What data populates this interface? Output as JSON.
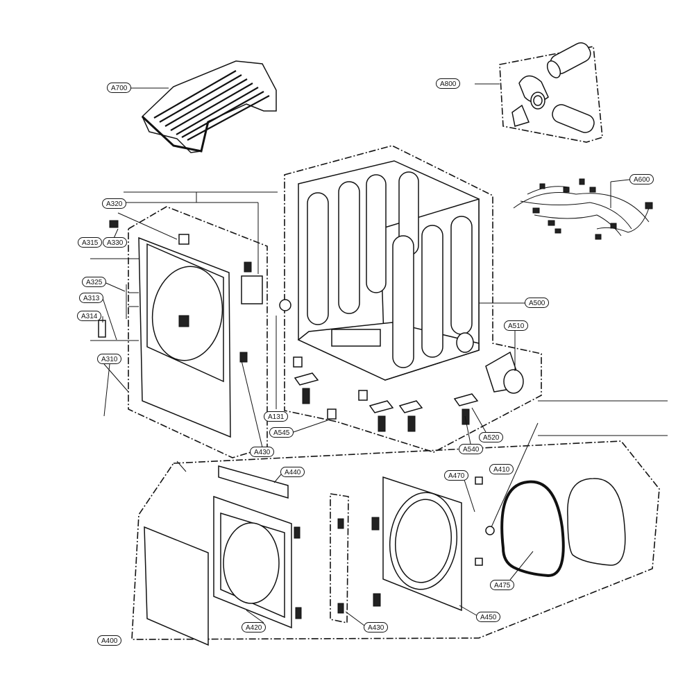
{
  "labels": {
    "A700": "A700",
    "A800": "A800",
    "A600": "A600",
    "A320": "A320",
    "A315": "A315",
    "A330": "A330",
    "A325": "A325",
    "A313": "A313",
    "A314": "A314",
    "A310": "A310",
    "A500": "A500",
    "A510": "A510",
    "A131": "A131",
    "A545": "A545",
    "A520": "A520",
    "A540": "A540",
    "A430_top": "A430",
    "A440": "A440",
    "A470": "A470",
    "A410": "A410",
    "A475": "A475",
    "A450": "A450",
    "A420": "A420",
    "A430_bottom": "A430",
    "A400": "A400"
  },
  "colors": {
    "line": "#111111",
    "background": "#ffffff"
  }
}
